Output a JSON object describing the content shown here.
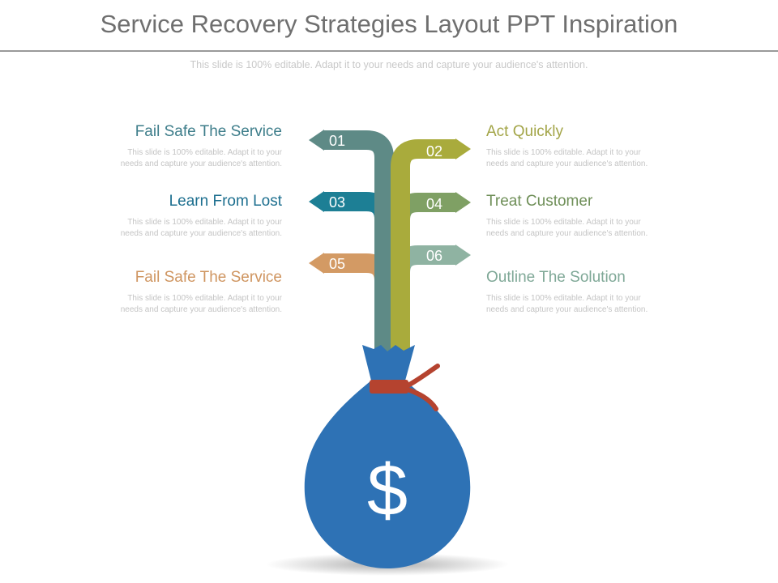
{
  "title": "Service Recovery Strategies Layout PPT Inspiration",
  "subtitle": "This slide is 100% editable. Adapt it to your needs and capture your audience's attention.",
  "items": [
    {
      "num": "01",
      "heading": "Fail Safe The Service",
      "desc": "This slide is 100% editable. Adapt it to your needs and capture your audience's attention.",
      "color": "#5e8a86"
    },
    {
      "num": "02",
      "heading": "Act Quickly",
      "desc": "This slide is 100% editable. Adapt it to your needs and capture your audience's attention.",
      "color": "#a9ab3c"
    },
    {
      "num": "03",
      "heading": "Learn From Lost",
      "desc": "This slide is 100% editable. Adapt it to your needs and capture your audience's attention.",
      "color": "#1d7f95"
    },
    {
      "num": "04",
      "heading": "Treat Customer",
      "desc": "This slide is 100% editable. Adapt it to your needs and capture your audience's attention.",
      "color": "#7fa064"
    },
    {
      "num": "05",
      "heading": "Fail Safe The Service",
      "desc": "This slide is 100% editable. Adapt it to your needs and capture your audience's attention.",
      "color": "#d39a64"
    },
    {
      "num": "06",
      "heading": "Outline The Solution",
      "desc": "This slide is 100% editable. Adapt it to your needs and capture your audience's attention.",
      "color": "#8fb3a2"
    }
  ],
  "bag": {
    "symbol": "$",
    "color": "#2e72b5",
    "tie_color": "#b5432f"
  }
}
